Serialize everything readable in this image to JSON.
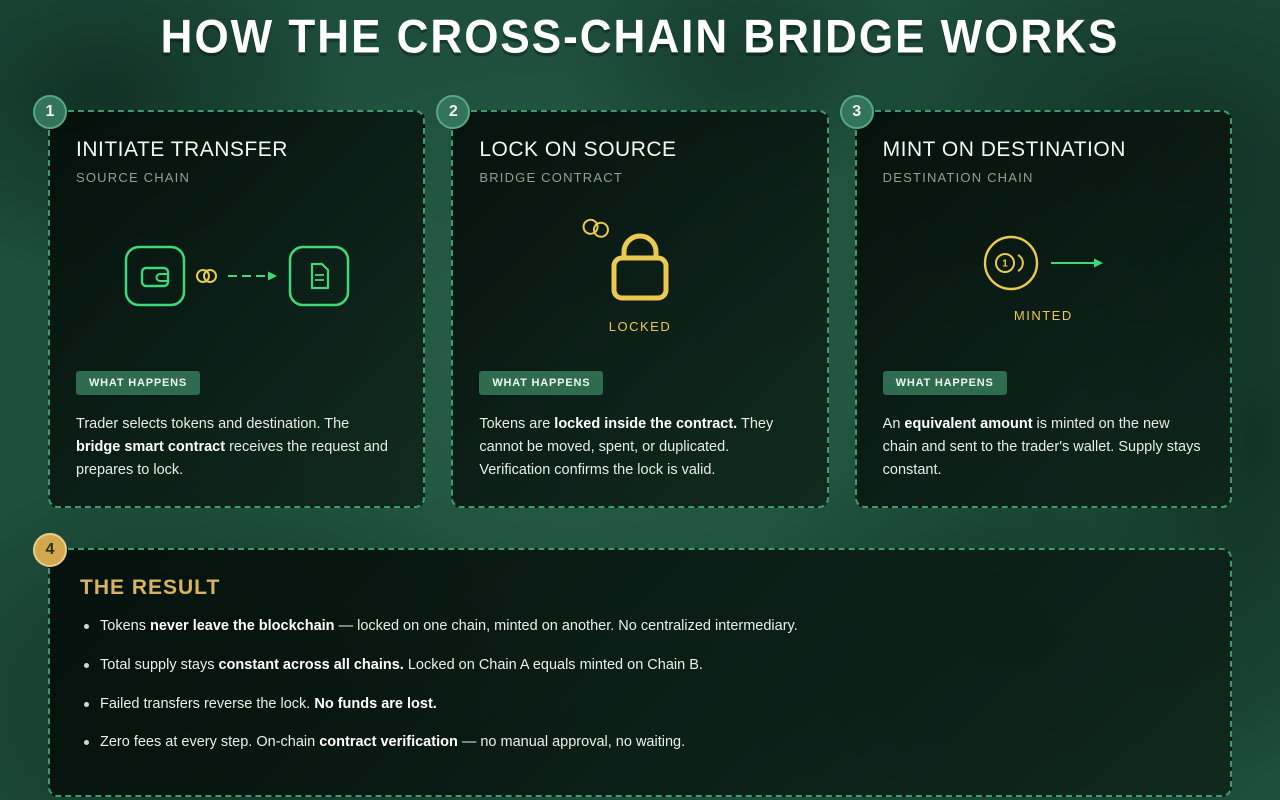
{
  "header": {
    "title": "HOW THE CROSS-CHAIN BRIDGE WORKS"
  },
  "steps": [
    {
      "number": "1",
      "title": "INITIATE TRANSFER",
      "subtitle": "SOURCE CHAIN",
      "what_happens_label": "WHAT HAPPENS",
      "icon_caption": "",
      "desc": {
        "a": "Trader selects tokens and destination. The ",
        "b": "bridge smart contract",
        "c": " receives the request and prepares to lock."
      }
    },
    {
      "number": "2",
      "title": "LOCK ON SOURCE",
      "subtitle": "BRIDGE CONTRACT",
      "what_happens_label": "WHAT HAPPENS",
      "icon_caption": "LOCKED",
      "desc": {
        "a": "Tokens are ",
        "b": "locked inside the contract.",
        "c": " They cannot be moved, spent, or duplicated. Verification confirms the lock is valid."
      }
    },
    {
      "number": "3",
      "title": "MINT ON DESTINATION",
      "subtitle": "DESTINATION CHAIN",
      "what_happens_label": "WHAT HAPPENS",
      "icon_caption": "MINTED",
      "desc": {
        "a": "An ",
        "b": "equivalent amount",
        "c": " is minted on the new chain and sent to the trader's wallet. Supply stays constant."
      }
    }
  ],
  "result": {
    "number": "4",
    "title": "THE RESULT",
    "bullets": [
      {
        "a": "Tokens ",
        "b": "never leave the blockchain",
        "c": " — locked on one chain, minted on another. No centralized intermediary."
      },
      {
        "a": "Total supply stays ",
        "b": "constant across all chains.",
        "c": " Locked on Chain A equals minted on Chain B."
      },
      {
        "a": "Failed transfers reverse the lock. ",
        "b": "No funds are lost.",
        "c": ""
      },
      {
        "a": "Zero fees at every step. On-chain ",
        "b": "contract verification",
        "c": " — no manual approval, no waiting."
      }
    ]
  },
  "colors": {
    "background_green": "#1e4e3c",
    "card_border_green": "#3f9b6b",
    "accent_green": "#3fd97a",
    "accent_yellow": "#eac94f",
    "badge_green": "#2e6b4f",
    "gold": "#d9b45c"
  }
}
